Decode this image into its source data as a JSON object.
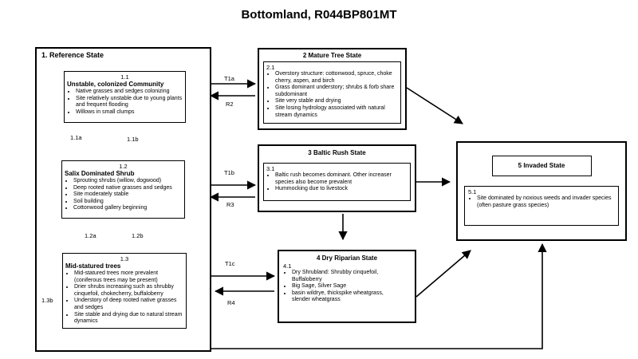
{
  "title": "Bottomland, R044BP801MT",
  "reference_state": {
    "heading": "1. Reference State",
    "communities": [
      {
        "id": "1.1",
        "name": "Unstable, colonized Community",
        "bullets": [
          "Native grasses and sedges colonizing",
          "Site relatively unstable due to young plants and frequent flooding",
          "Willows in small clumps"
        ]
      },
      {
        "id": "1.2",
        "name": "Salix Dominated Shrub",
        "bullets": [
          "Sprouting shrubs (willow, dogwood)",
          "Deep rooted native grasses and sedges",
          "Site moderately stable",
          "Soil building",
          "Cottonwood gallery beginning"
        ]
      },
      {
        "id": "1.3",
        "name": "Mid-statured trees",
        "bullets": [
          "Mid-statured trees more prevalent (coniferous trees may be present)",
          "Drier shrubs increasing such as shrubby cinquefoil, chokecherry, buffaloberry",
          "Understory of deep rooted native grasses and sedges",
          "Site stable and drying due to natural stream dynamics"
        ]
      }
    ]
  },
  "states": {
    "mature_tree": {
      "heading": "2 Mature Tree State",
      "id": "2.1",
      "bullets": [
        "Overstory structure: cottonwood, spruce, choke cherry, aspen, and birch",
        "Grass dominant understory; shrubs  & forb share subdominant",
        "Site very stable and drying",
        "Site losing hydrology associated with natural stream dynamics"
      ]
    },
    "baltic_rush": {
      "heading": "3 Baltic Rush State",
      "id": "3.1",
      "bullets": [
        "Baltic rush becomes dominant. Other increaser species also become prevalent",
        "Hummocking due to livestock"
      ]
    },
    "dry_riparian": {
      "heading": "4 Dry Riparian  State",
      "id": "4.1",
      "bullets": [
        "Dry Shrubland: Shrubby cinquefoil, Buffaloberry",
        "Big Sage, Silver Sage",
        "basin wildrye, thickspike wheatgrass,  slender wheatgrass"
      ]
    },
    "invaded": {
      "heading": "5 Invaded State",
      "id": "5.1",
      "bullets": [
        "Site dominated by noxious weeds and invader species (often pasture grass species)"
      ]
    }
  },
  "transitions": {
    "t1a": "T1a",
    "r2": "R2",
    "t1b": "T1b",
    "r3": "R3",
    "t1c": "T1c",
    "r4": "R4",
    "p11a": "1.1a",
    "p11b": "1.1b",
    "p12a": "1.2a",
    "p12b": "1.2b",
    "p13b": "1.3b"
  }
}
